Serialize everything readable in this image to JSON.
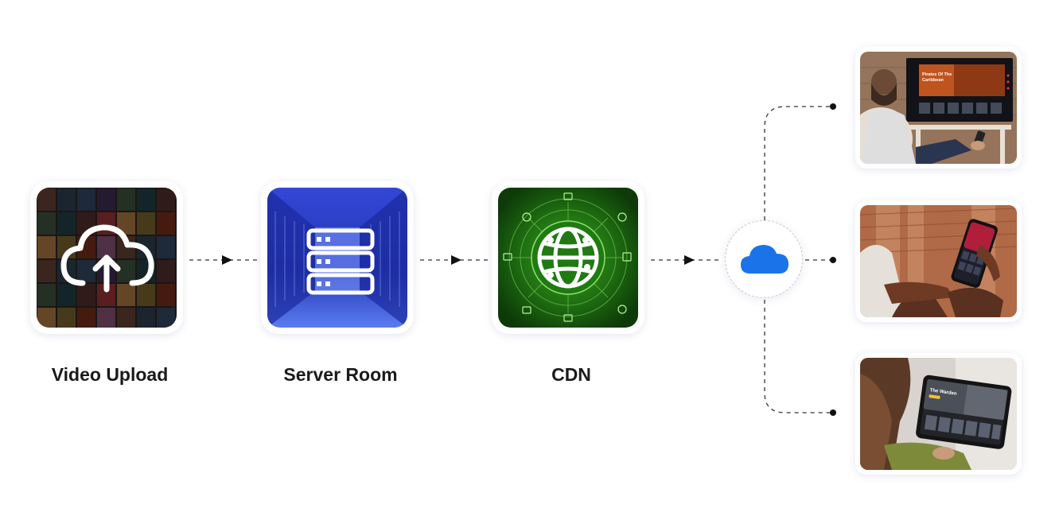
{
  "stages": [
    {
      "label": "Video Upload",
      "icon": "cloud-upload-icon"
    },
    {
      "label": "Server Room",
      "icon": "server-icon"
    },
    {
      "label": "CDN",
      "icon": "globe-icon"
    }
  ],
  "hub": {
    "icon": "cloud-icon"
  },
  "devices": [
    {
      "icon": "smart-tv-device",
      "screen_title_line1": "Pirates Of The",
      "screen_title_line2": "Caribbean"
    },
    {
      "icon": "smartphone-device"
    },
    {
      "icon": "tablet-device",
      "screen_title": "The Warden"
    }
  ],
  "colors": {
    "server_blue": "#2b3fc4",
    "cdn_green": "#1f7a12",
    "cloud_blue": "#1a73e8",
    "label_text": "#1a1a1a"
  }
}
